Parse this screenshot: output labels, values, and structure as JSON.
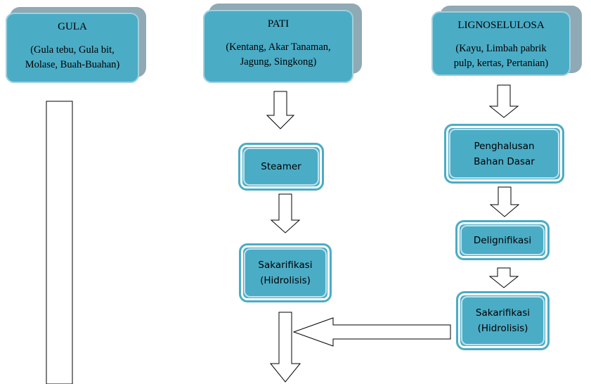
{
  "sources": {
    "gula": {
      "title": "GULA",
      "desc_line1": "(Gula tebu, Gula bit,",
      "desc_line2": "Molase, Buah-Buahan)"
    },
    "pati": {
      "title": "PATI",
      "desc_line1": "(Kentang, Akar Tanaman,",
      "desc_line2": "Jagung, Singkong)"
    },
    "lignoselulosa": {
      "title": "LIGNOSELULOSA",
      "desc_line1": "(Kayu, Limbah pabrik",
      "desc_line2": "pulp, kertas, Pertanian)"
    }
  },
  "process": {
    "steamer": "Steamer",
    "pati_sakarifikasi_line1": "Sakarifikasi",
    "pati_sakarifikasi_line2": "(Hidrolisis)",
    "penghalusan_line1": "Penghalusan",
    "penghalusan_line2": "Bahan Dasar",
    "delignifikasi": "Delignifikasi",
    "ligno_sakarifikasi_line1": "Sakarifikasi",
    "ligno_sakarifikasi_line2": "(Hidrolisis)"
  },
  "colors": {
    "box_fill": "#4bacc6",
    "shadow": "#8fa9b5",
    "arrow_stroke": "#000000"
  }
}
